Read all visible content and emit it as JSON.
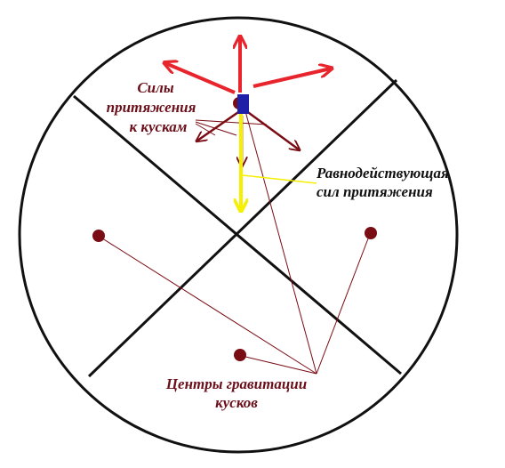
{
  "labels": {
    "forces": [
      "Силы",
      "притяжения",
      "к кускам"
    ],
    "resultant": [
      "Равнодействующая",
      "сил притяжения"
    ],
    "centers": [
      "Центры гравитации",
      "кусков"
    ]
  },
  "colors": {
    "outline": "#111111",
    "gravity_center": "#7a0c14",
    "annotation_text": "#6b0f1a",
    "red_arrows": "#e8252c",
    "dark_arrows": "#7a0c14",
    "resultant_arrow": "#f5ef00",
    "probe_square": "#1f1fa8",
    "leader_lines": "#7a0c14"
  },
  "figure": {
    "shape": "circle divided by two diagonals into four pieces",
    "pieces": 4,
    "marked_centers": 4
  }
}
